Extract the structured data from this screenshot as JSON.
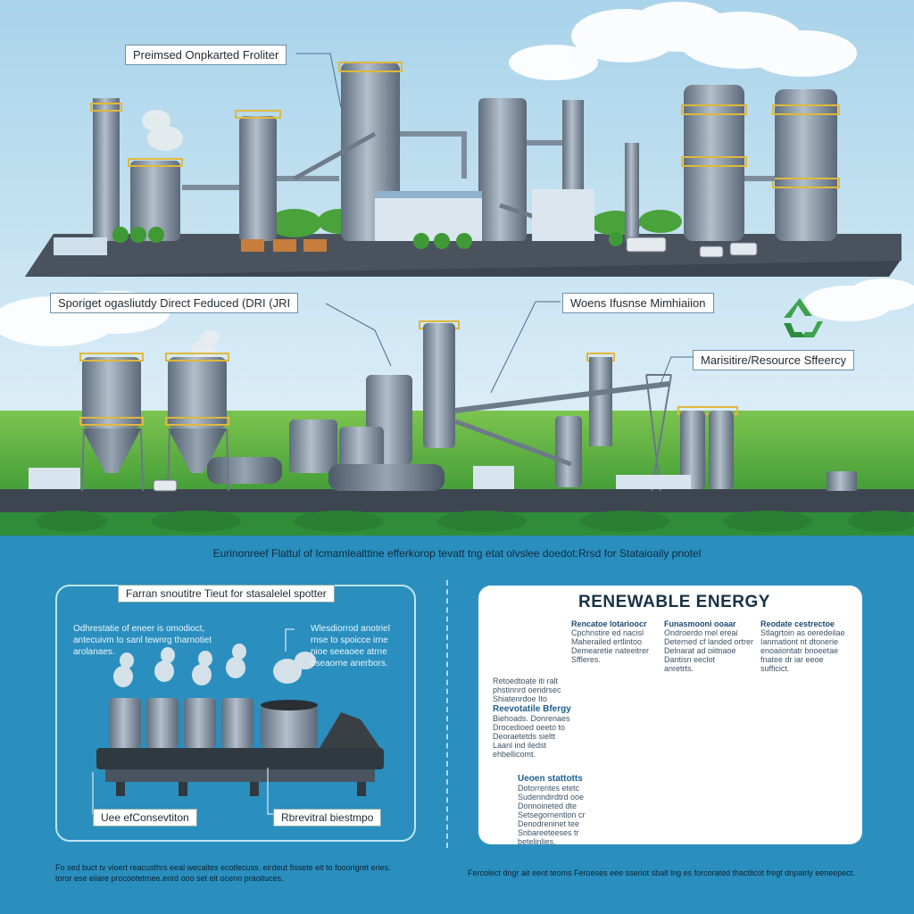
{
  "callouts": {
    "top": "Preimsed Onpkarted Froliter",
    "dri": "Sporiget ogasliutdy Direct Feduced (DRI (JRI",
    "waste": "Woens Ifusnse Mimhiaiion",
    "resource": "Marisitire/Resource Sffeercy"
  },
  "headline": "Eurinonreef Flattul of Icmamlealttine efferkorop tevatt tng etat olvslee doedot:Rrsd for Stataioaily pnotel",
  "left_panel": {
    "title": "Farran snoutitre Tieut for stasalelel spotter",
    "text_a": [
      "Odhrestatie of eneer is omodioct,",
      "antecuivm to sanl tewnrg tharnotiet",
      "arolanaes."
    ],
    "text_b": [
      "Wlesdiorrod anotriel",
      "rnse to spoicce irne",
      "nioe seeaoee atrne",
      "oseaorne anerbors."
    ],
    "label_a": "Uee efConsevtiton",
    "label_b": "Rbrevitral biestmpo"
  },
  "right_panel": {
    "title": "RENEWABLE ENERGY",
    "col1": [
      "Rencatoe lotarioocr",
      "Cpchnstire ed nacisl",
      "Maherailed ertlintoo",
      "Demearetie nateeitrer",
      "Sffleres."
    ],
    "col2": [
      "Funasmooni ooaar",
      "Ondroerdo mel ereai",
      "Deterned cf landed ortrer",
      "Delnarat ad oiitnaoe",
      "Dantisn eeclot",
      "anretrts."
    ],
    "col3": [
      "Reodate cestrectoe",
      "Stlagrtoin as oeredeilae",
      "Ianmationt nt dtonerie",
      "enoaiiontatr bnoeetae",
      "fnatee dr iar eeoe",
      "sufficict."
    ],
    "note_recycle": [
      "Retoedtoate iti ralt",
      "phstinnrd oendrsec",
      "Shiatenrdoe Ito"
    ],
    "sub_head": "Reevotatile Bfergy",
    "sub_text": [
      "Biehoads. Donrenaes",
      "Drocedioed oeeto to",
      "Deoraetetds sieltt",
      "Laanl ind iledst",
      "ehbellicomt."
    ],
    "sub2_head": "Ueoen stattotts",
    "sub2_text": [
      "Dotorrentes etetc",
      "Sudenndirdtrd ooe",
      "Donnoineted dte",
      "Setsegornention cr",
      "Denodreninet tee",
      "Snbareeteeses tr",
      "betelinlies."
    ]
  },
  "footer": {
    "left": [
      "Fo sed buct tv vioert reacusthrs eeal wecaites ecotlecuss. eirdeut fissete eit to fooorigret eries.",
      "toror ese eiiare procootetmee.erird ooo set eit ocenn praoituces."
    ],
    "right": "Fercolect dngr ait eent teoms Feroeses eee sseriot sbalt lng es forcorated thactlicot fregt dnpairly eeneepect."
  },
  "colors": {
    "sky_top": "#cde6f3",
    "grass": "#4fae3f",
    "steel": "#8d9aa8",
    "railing": "#e0b83c",
    "panel_blue": "#2a8fbe",
    "recycle_green": "#3fa34d",
    "map_blue": "#2b85b8"
  },
  "icons": [
    "recycle-icon",
    "recycle-icon",
    "world-map-icon",
    "tree-icon",
    "factory-icon"
  ]
}
